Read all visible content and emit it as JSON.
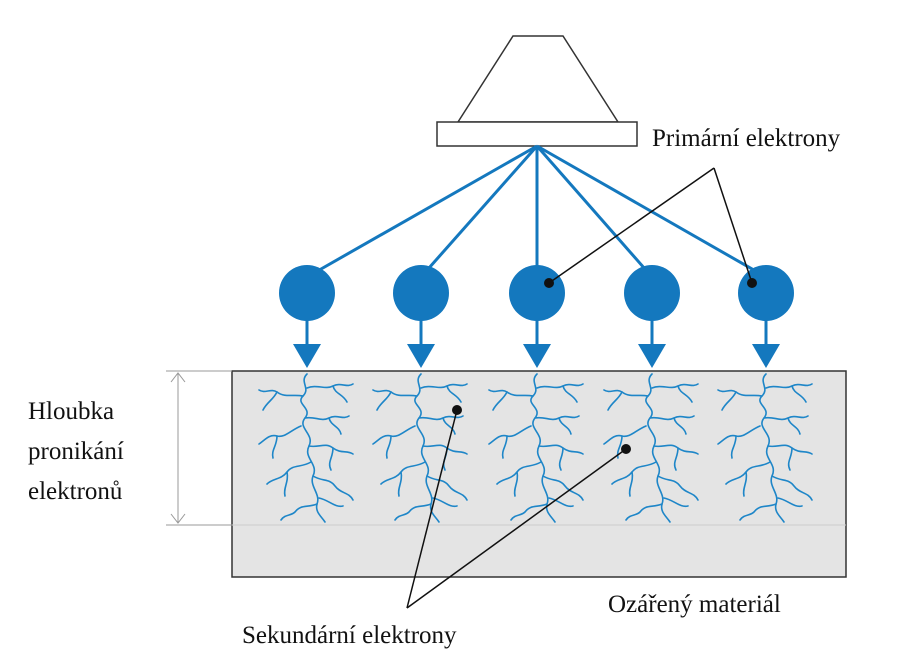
{
  "labels": {
    "primary_electrons": "Primární elektrony",
    "penetration_depth_line1": "Hloubka",
    "penetration_depth_line2": "pronikání",
    "penetration_depth_line3": "elektronů",
    "irradiated_material": "Ozářený materiál",
    "secondary_electrons": "Sekundární elektrony"
  },
  "electron_count": 5,
  "colors": {
    "beam": "#1478be",
    "material_fill": "#e4e4e4",
    "trace": "#1e86c8",
    "outline": "#333333",
    "depth_marker": "#999999",
    "leader": "#111111"
  }
}
